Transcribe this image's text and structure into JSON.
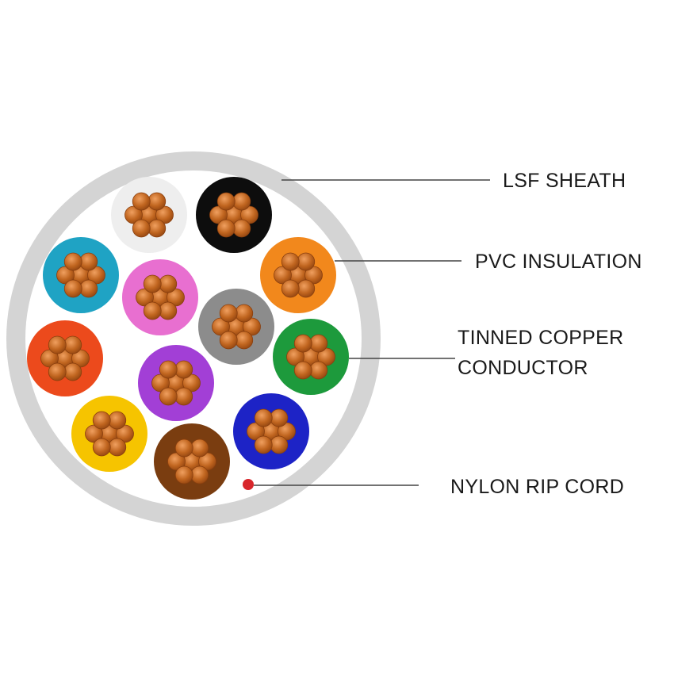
{
  "labels": {
    "sheath": "LSF SHEATH",
    "insulation": "PVC INSULATION",
    "conductor_line1": "TINNED COPPER",
    "conductor_line2": "CONDUCTOR",
    "rip_cord": "NYLON RIP CORD"
  },
  "colors": {
    "sheath_outer": "#d4d4d4",
    "sheath_inner": "#ffffff",
    "strand": "#c0651f",
    "strand_highlight": "#f0a060",
    "strand_edge": "#8a3f0e",
    "rip_cord": "#d8262b"
  },
  "cores": [
    {
      "name": "core-white",
      "color": "#eeeeee"
    },
    {
      "name": "core-black",
      "color": "#0d0d0d"
    },
    {
      "name": "core-cyan",
      "color": "#1fa3c4"
    },
    {
      "name": "core-orange",
      "color": "#f2881c"
    },
    {
      "name": "core-pink",
      "color": "#e86fd0"
    },
    {
      "name": "core-grey",
      "color": "#8c8c8c"
    },
    {
      "name": "core-red",
      "color": "#ec4a1c"
    },
    {
      "name": "core-green",
      "color": "#1d9a3c"
    },
    {
      "name": "core-violet",
      "color": "#a23fd6"
    },
    {
      "name": "core-yellow",
      "color": "#f6c400"
    },
    {
      "name": "core-blue",
      "color": "#1d23c6"
    },
    {
      "name": "core-brown",
      "color": "#7a3d10"
    }
  ]
}
